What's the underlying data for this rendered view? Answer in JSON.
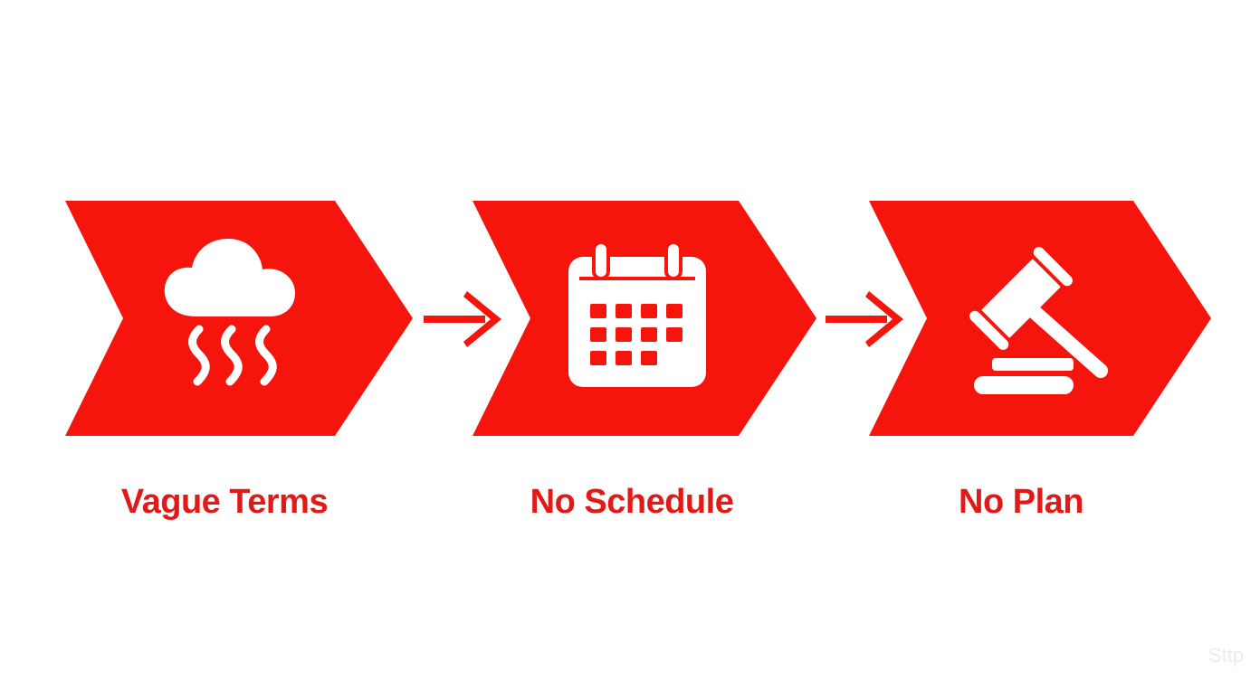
{
  "colors": {
    "accent": "#f5150d",
    "label": "#e21a17",
    "icon": "#ffffff",
    "background": "#ffffff"
  },
  "steps": [
    {
      "label": "Vague Terms",
      "icon": "cloud-rain-icon"
    },
    {
      "label": "No Schedule",
      "icon": "calendar-icon"
    },
    {
      "label": "No Plan",
      "icon": "gavel-icon"
    }
  ],
  "connectors": [
    "arrow-right-icon",
    "arrow-right-icon"
  ],
  "watermark": "Sttp"
}
